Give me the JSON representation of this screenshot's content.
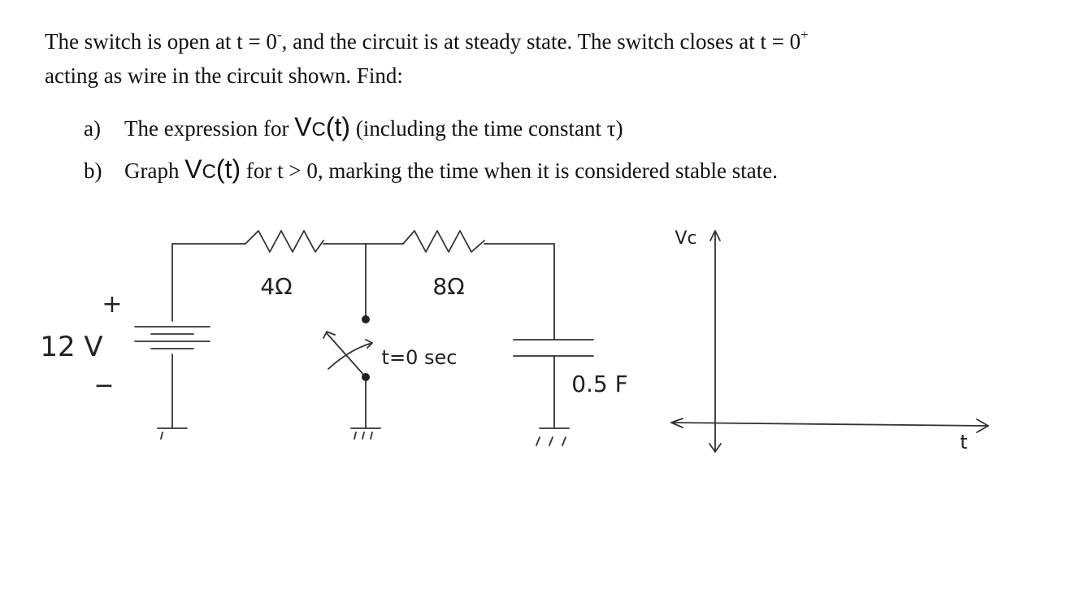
{
  "top_heading": "",
  "intro": {
    "line1_a": "The switch is open at t = 0",
    "line1_sup_minus": "-",
    "line1_b": ", and the circuit is at steady state. The switch closes at t = 0",
    "line1_sup_plus": "+",
    "line2": "acting as wire in the circuit shown. Find:"
  },
  "items": [
    {
      "label": "a)",
      "pre": "The expression for ",
      "vc_main": "V",
      "vc_sub": "C",
      "vc_arg": "(t)",
      "post": " (including the time constant τ)"
    },
    {
      "label": "b)",
      "pre": "Graph ",
      "vc_main": "V",
      "vc_sub": "C",
      "vc_arg": "(t)",
      "post": " for t > 0, marking the time when it is considered stable state."
    }
  ],
  "circuit": {
    "source_plus": "+",
    "source_value": "12 V",
    "source_minus": "−",
    "r1_label": "4Ω",
    "r2_label": "8Ω",
    "switch_label": "t=0 sec",
    "cap_label": "0.5 F"
  },
  "graph": {
    "y_label": "Vc",
    "x_label": "t"
  }
}
